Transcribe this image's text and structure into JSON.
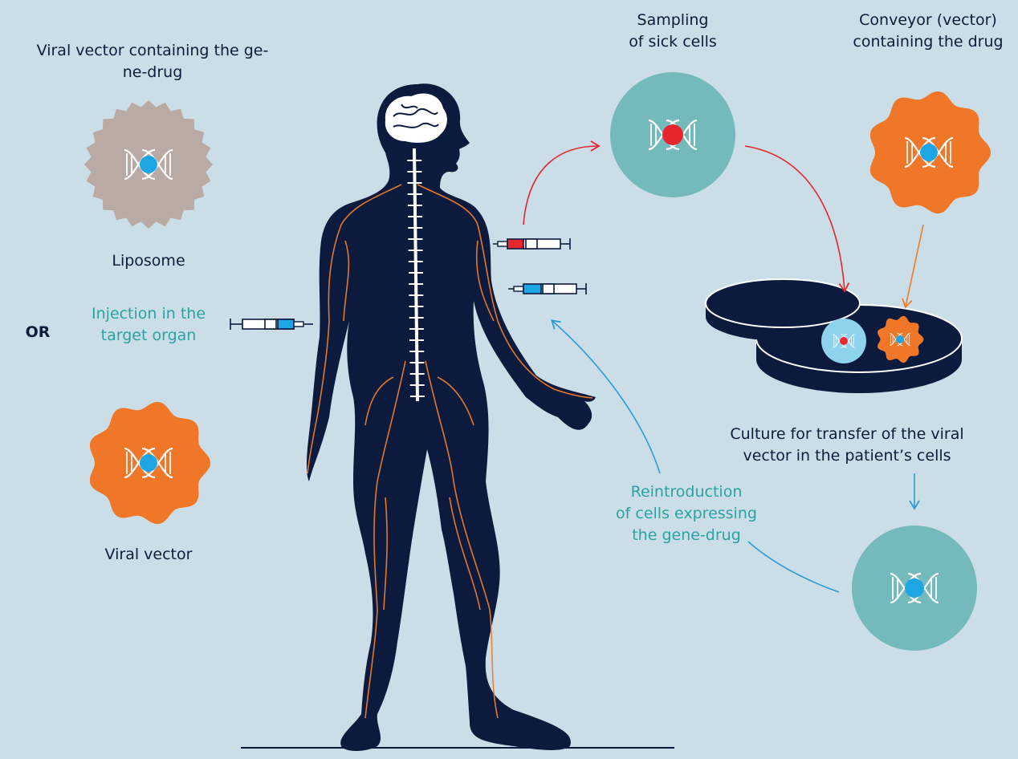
{
  "labels": {
    "viral_vector_title_line1": "Viral vector containing the ge-",
    "viral_vector_title_line2": "ne-drug",
    "liposome": "Liposome",
    "or": "OR",
    "injection_line1": "Injection in the",
    "injection_line2": "target organ",
    "viral_vector": "Viral vector",
    "sampling_line1": "Sampling",
    "sampling_line2": "of sick cells",
    "conveyor_line1": "Conveyor (vector)",
    "conveyor_line2": "containing the drug",
    "culture_line1": "Culture for transfer of the viral",
    "culture_line2": "vector in the patient’s cells",
    "reintro_line1": "Reintroduction",
    "reintro_line2": "of cells expressing",
    "reintro_line3": "the gene-drug"
  },
  "icons": [
    "liposome-icon",
    "viral-vector-icon",
    "syringe-icon",
    "human-body-icon",
    "brain-icon",
    "spine-icon",
    "nerves-icon",
    "sick-cell-icon",
    "conveyor-vector-icon",
    "petri-dish-icon",
    "treated-cell-icon",
    "dna-icon"
  ],
  "colors": {
    "background": "#cbdde6",
    "body": "#0c1a3d",
    "nerves": "#f07d2a",
    "teal_cell": "#74b9bb",
    "orange_vector": "#f07628",
    "liposome": "#b9aaa3",
    "sick_red": "#e8262d",
    "gene_blue": "#1ea6e4",
    "arrow_red": "#e4262c",
    "arrow_blue": "#2a9ed8",
    "arrow_orange": "#f07d2a",
    "label_teal": "#2aa3a3",
    "text_dark": "#0e1c3b"
  }
}
